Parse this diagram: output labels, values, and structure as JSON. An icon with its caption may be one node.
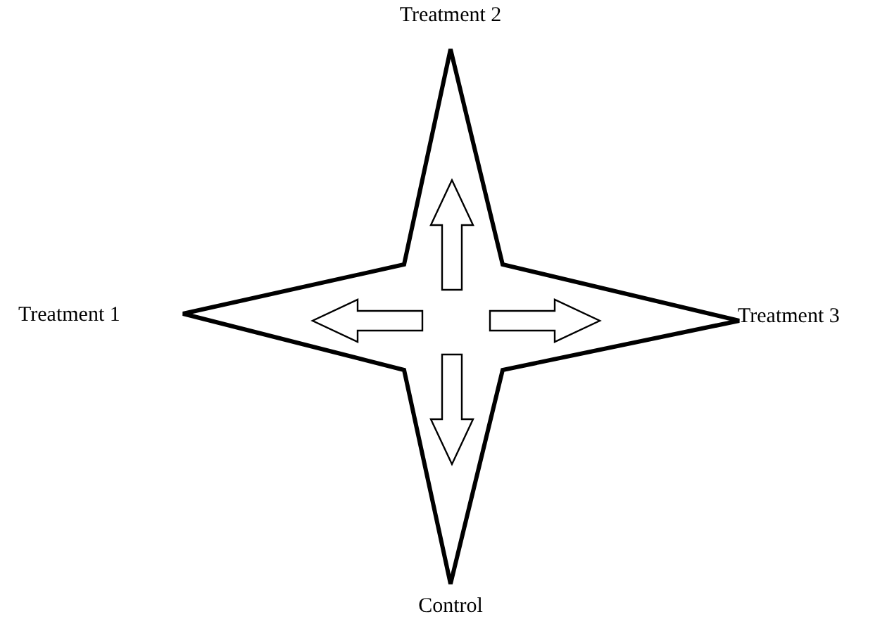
{
  "diagram": {
    "labels": [
      "Treatment 2",
      "Treatment 1",
      "Treatment 3",
      "Control"
    ]
  }
}
